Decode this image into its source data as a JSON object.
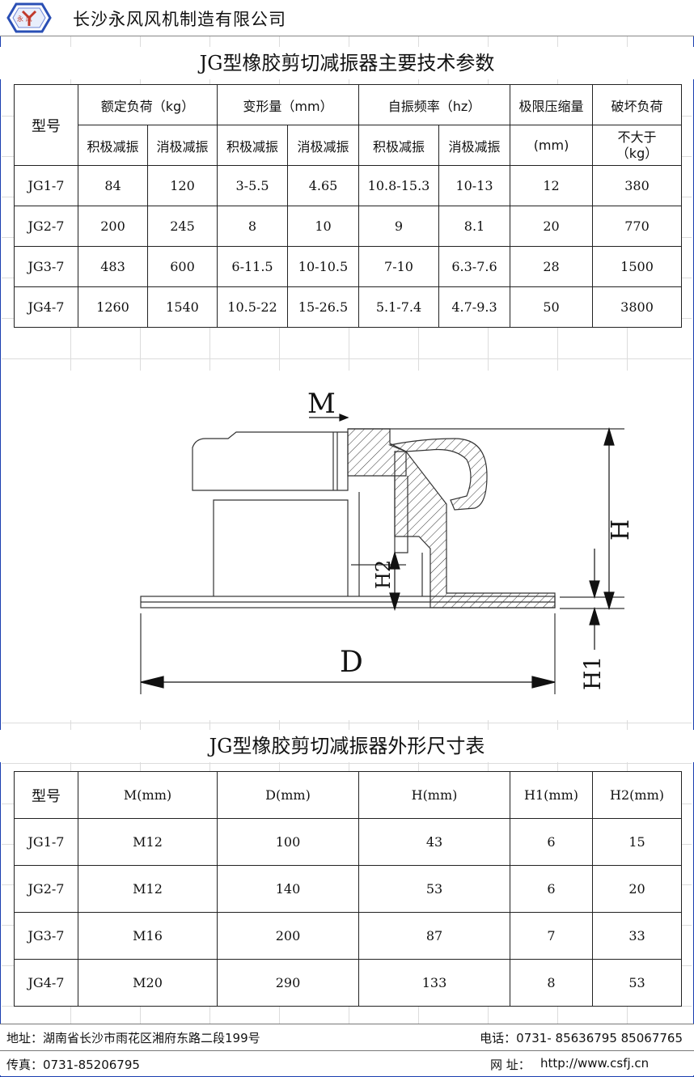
{
  "company": {
    "name": "长沙永风风机制造有限公司",
    "logo_text": "永 风",
    "logo_icon": "fan-logo-icon"
  },
  "table1": {
    "title": "JG型橡胶剪切减振器主要技术参数",
    "header_model": "型号",
    "groups": [
      "额定负荷（kg）",
      "变形量（mm）",
      "自振频率（hz）"
    ],
    "limit_compression": "极限压缩量",
    "break_load": "破坏负荷",
    "sub": [
      "积极减振",
      "消极减振",
      "积极减振",
      "消极减振",
      "积极减振",
      "消极减振"
    ],
    "limit_unit": "(mm)",
    "break_sub": [
      "不大于",
      "（kg）"
    ],
    "rows": [
      [
        "JG1-7",
        "84",
        "120",
        "3-5.5",
        "4.65",
        "10.8-15.3",
        "10-13",
        "12",
        "380"
      ],
      [
        "JG2-7",
        "200",
        "245",
        "8",
        "10",
        "9",
        "8.1",
        "20",
        "770"
      ],
      [
        "JG3-7",
        "483",
        "600",
        "6-11.5",
        "10-10.5",
        "7-10",
        "6.3-7.6",
        "28",
        "1500"
      ],
      [
        "JG4-7",
        "1260",
        "1540",
        "10.5-22",
        "15-26.5",
        "5.1-7.4",
        "4.7-9.3",
        "50",
        "3800"
      ]
    ]
  },
  "diagram": {
    "labels": {
      "m": "M",
      "h": "H",
      "h1": "H1",
      "h2": "H2",
      "d": "D"
    }
  },
  "table2": {
    "title": "JG型橡胶剪切减振器外形尺寸表",
    "headers": [
      "型号",
      "M(mm)",
      "D(mm)",
      "H(mm)",
      "H1(mm)",
      "H2(mm)"
    ],
    "rows": [
      [
        "JG1-7",
        "M12",
        "100",
        "43",
        "6",
        "15"
      ],
      [
        "JG2-7",
        "M12",
        "140",
        "53",
        "6",
        "20"
      ],
      [
        "JG3-7",
        "M16",
        "200",
        "87",
        "7",
        "33"
      ],
      [
        "JG4-7",
        "M20",
        "290",
        "133",
        "8",
        "53"
      ]
    ]
  },
  "footer": {
    "address": "地址：湖南省长沙市雨花区湘府东路二段199号",
    "phone": "电话：0731- 85636795 85067765",
    "fax": "传真：0731-85206795",
    "website_label": "网  址：",
    "website": "http://www.csfj.cn"
  }
}
